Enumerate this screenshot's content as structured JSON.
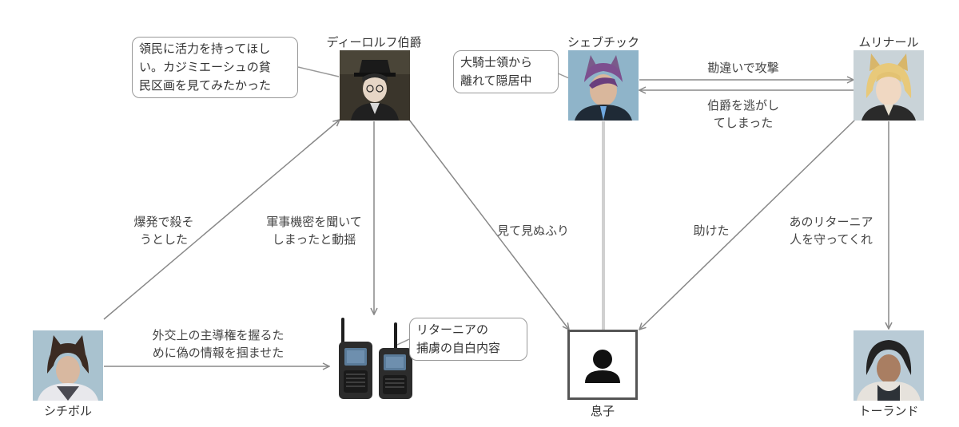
{
  "nodes": {
    "dierolf": {
      "name": "ディーロルフ伯爵"
    },
    "chevchick": {
      "name": "シェブチック"
    },
    "murinal": {
      "name": "ムリナール"
    },
    "shichiboru": {
      "name": "シチボル"
    },
    "radios": {
      "name": ""
    },
    "son": {
      "name": "息子"
    },
    "torand": {
      "name": "トーランド"
    }
  },
  "bubbles": {
    "dierolf": [
      "領民に活力を持ってほし",
      "い。カジミエーシュの貧",
      "民区画を見てみたかった"
    ],
    "chevchick": [
      "大騎士領から",
      "離れて隠居中"
    ],
    "radios": [
      "リターニアの",
      "捕虜の自白内容"
    ]
  },
  "edges": {
    "chev_to_murinal": [
      "勘違いで攻撃"
    ],
    "murinal_to_chev": [
      "伯爵を逃がし",
      "てしまった"
    ],
    "shichi_to_dierolf": [
      "爆発で殺そ",
      "うとした"
    ],
    "dierolf_to_radios": [
      "軍事機密を聞いて",
      "しまったと動揺"
    ],
    "dierolf_to_son": [
      "見て見ぬふり"
    ],
    "murinal_to_son": [
      "助けた"
    ],
    "murinal_to_torand": [
      "あのリターニア",
      "人を守ってくれ"
    ],
    "shichi_to_radios": [
      "外交上の主導権を握るた",
      "めに偽の情報を掴ませた"
    ]
  },
  "colors": {
    "edge": "#888888",
    "chev_son_line": "#d0d0d0",
    "son_box_border": "#555555",
    "son_icon": "#111111"
  }
}
